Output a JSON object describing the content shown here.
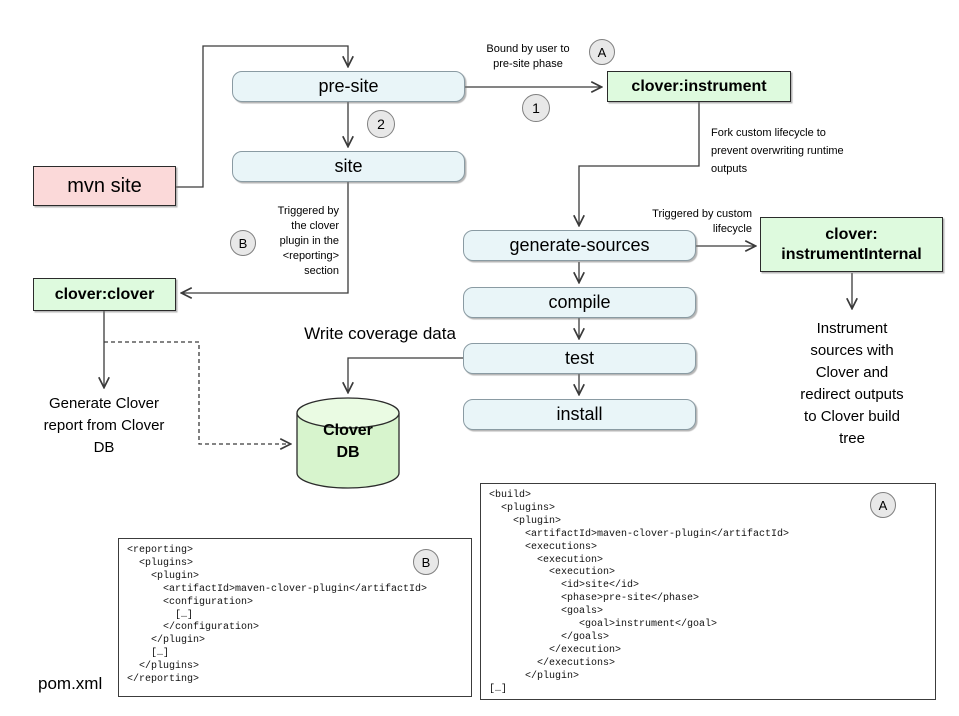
{
  "colors": {
    "phase_fill": "#e9f5f8",
    "phase_border": "#8a9ba3",
    "goal_fill": "#defade",
    "goal_border": "#2b2b2b",
    "command_fill": "#fbd9d9",
    "command_border": "#2b2b2b",
    "db_fill": "#d7f4cd",
    "db_top_fill": "#eafbe3",
    "badge_fill": "#e8e8e8",
    "badge_border": "#808080",
    "wire": "#3a3a3a"
  },
  "nodes": {
    "mvn_site": "mvn site",
    "pre_site": "pre-site",
    "site": "site",
    "generate_sources": "generate-sources",
    "compile": "compile",
    "test": "test",
    "install": "install",
    "clover_instrument": "clover:instrument",
    "clover_instrument_internal": [
      "clover:",
      "instrumentInternal"
    ],
    "clover_clover": "clover:clover",
    "clover_db": [
      "Clover",
      "DB"
    ]
  },
  "badges": {
    "a_top": "A",
    "step_1": "1",
    "step_2": "2",
    "b_left": "B",
    "a_code": "A",
    "b_code": "B"
  },
  "annotations": {
    "bound_by_user": [
      "Bound by user to",
      "pre-site phase"
    ],
    "fork_custom": [
      "Fork custom lifecycle to",
      "prevent overwriting runtime",
      "outputs"
    ],
    "triggered_custom": [
      "Triggered by custom",
      "lifecycle"
    ],
    "triggered_clover": [
      "Triggered by",
      "the clover",
      "plugin in the",
      "<reporting>",
      "section"
    ],
    "write_coverage": "Write coverage data",
    "generate_report": [
      "Generate Clover",
      "report from Clover",
      "DB"
    ],
    "instrument_sources": [
      "Instrument",
      "sources with",
      "Clover and",
      "redirect outputs",
      "to Clover build",
      "tree"
    ],
    "pom_xml": "pom.xml"
  },
  "code_blocks": {
    "build": {
      "lines": [
        "<build>",
        "  <plugins>",
        "    <plugin>",
        "      <artifactId>maven-clover-plugin</artifactId>",
        "      <executions>",
        "        <execution>",
        "          <execution>",
        "            <id>site</id>",
        "            <phase>pre-site</phase>",
        "            <goals>",
        "               <goal>instrument</goal>",
        "            </goals>",
        "          </execution>",
        "        </executions>",
        "      </plugin>",
        "[…]"
      ]
    },
    "reporting": {
      "lines": [
        "<reporting>",
        "  <plugins>",
        "    <plugin>",
        "      <artifactId>maven-clover-plugin</artifactId>",
        "      <configuration>",
        "        […]",
        "      </configuration>",
        "    </plugin>",
        "    […]",
        "  </plugins>",
        "</reporting>"
      ]
    }
  }
}
